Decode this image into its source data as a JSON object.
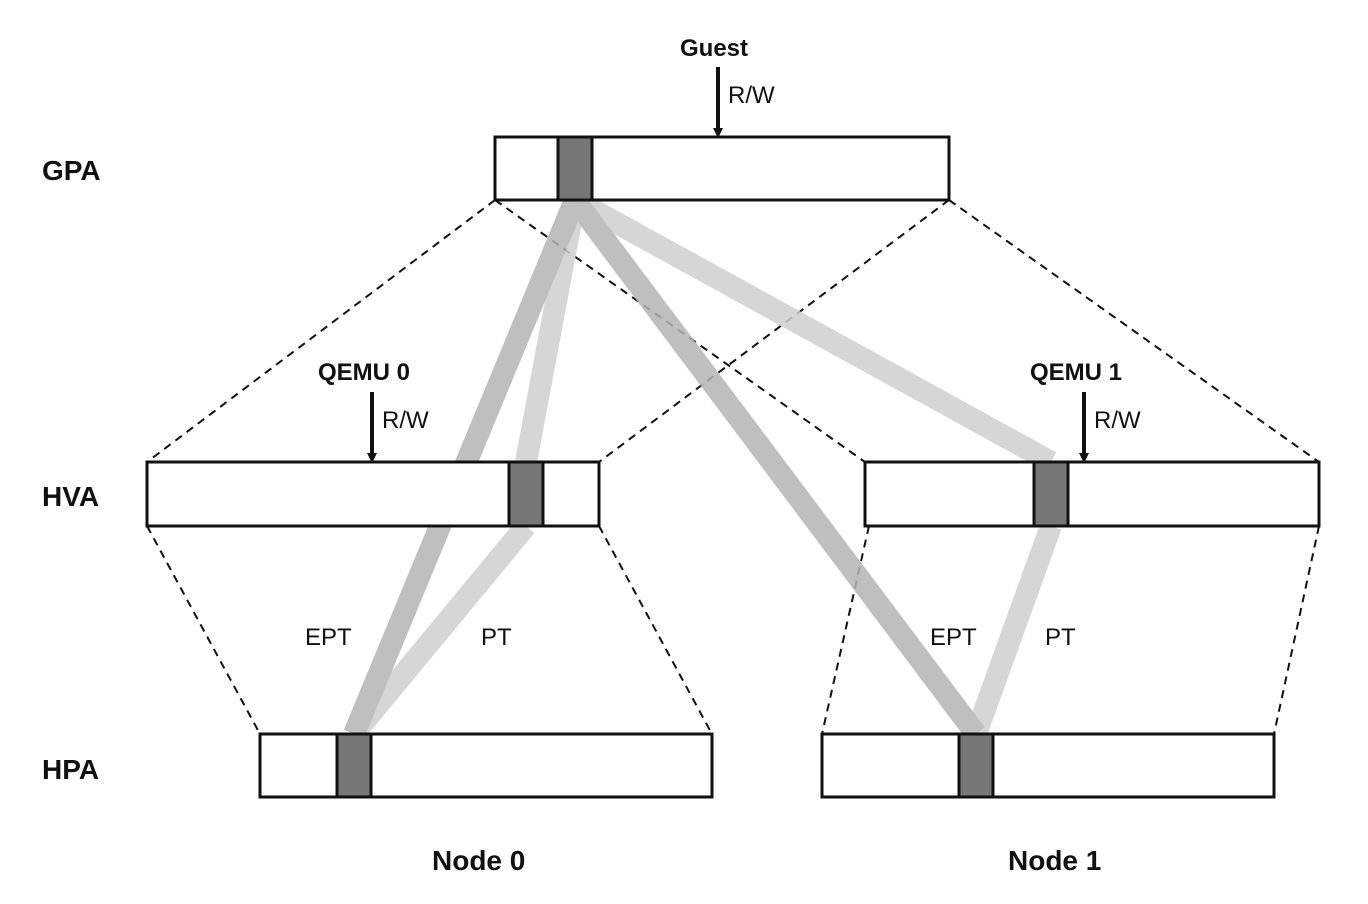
{
  "labels": {
    "gpa": "GPA",
    "hva": "HVA",
    "hpa": "HPA",
    "guest": "Guest",
    "qemu0": "QEMU 0",
    "qemu1": "QEMU 1",
    "rw": "R/W",
    "ept": "EPT",
    "pt": "PT",
    "node0": "Node 0",
    "node1": "Node 1"
  },
  "colors": {
    "page_block": "#777777",
    "ept_band": "#b4b4b4",
    "pt_band": "#d0d0d0"
  }
}
